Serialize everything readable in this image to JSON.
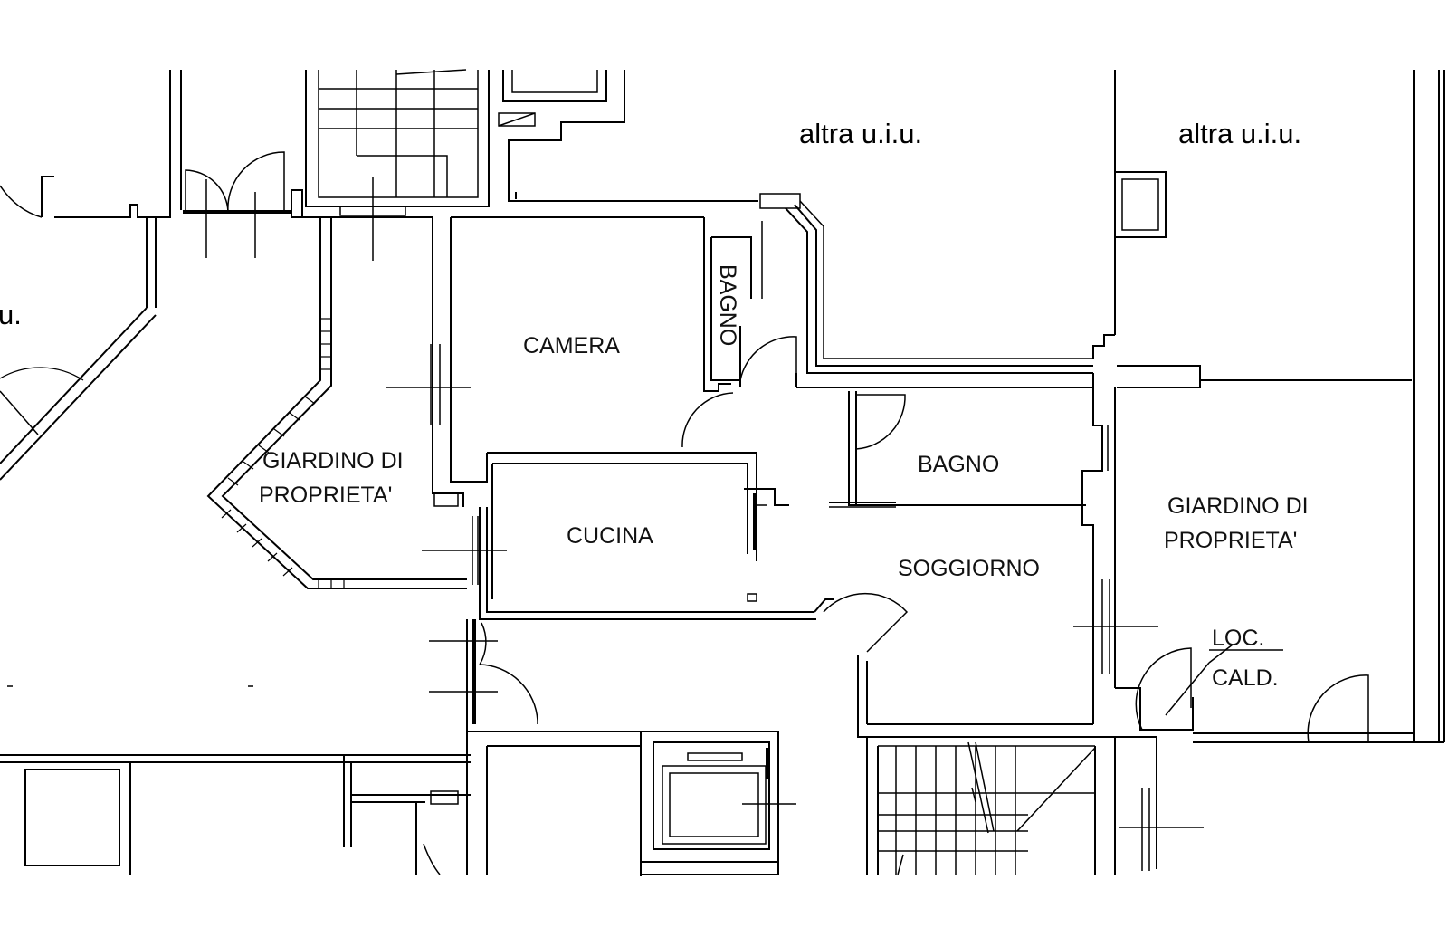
{
  "colors": {
    "background": "#ffffff",
    "line": "#000000",
    "text": "#111111"
  },
  "labels": {
    "altra_1": "altra u.i.u.",
    "altra_2": "altra u.i.u.",
    "altra_left": "u.",
    "camera": "CAMERA",
    "bagno_small": "BAGNO",
    "bagno": "BAGNO",
    "cucina": "CUCINA",
    "soggiorno": "SOGGIORNO",
    "giardino_left_1": "GIARDINO DI",
    "giardino_left_2": "PROPRIETA'",
    "giardino_right_1": "GIARDINO DI",
    "giardino_right_2": "PROPRIETA'",
    "loc": "LOC.",
    "cald": "CALD."
  }
}
